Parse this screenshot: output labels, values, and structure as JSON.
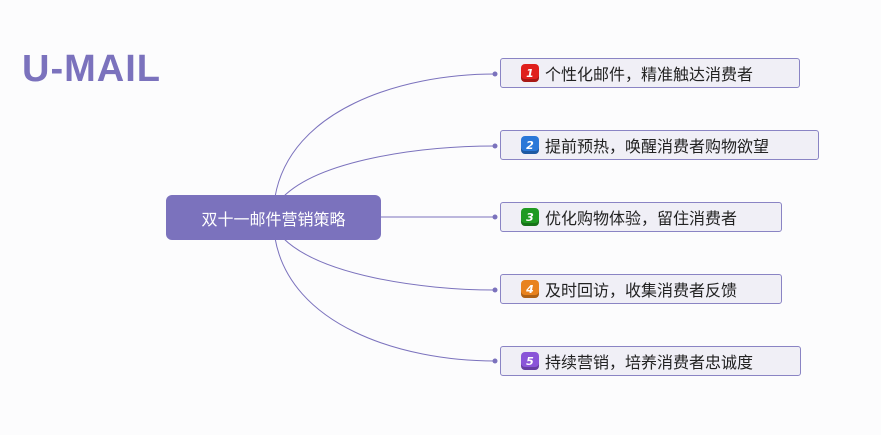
{
  "logo": "U-MAIL",
  "center": "双十一邮件营销策略",
  "branches": [
    {
      "num": "1",
      "label": "个性化邮件，精准触达消费者",
      "color": "#e0201c"
    },
    {
      "num": "2",
      "label": "提前预热，唤醒消费者购物欲望",
      "color": "#2a78d8"
    },
    {
      "num": "3",
      "label": "优化购物体验，留住消费者",
      "color": "#1f9a22"
    },
    {
      "num": "4",
      "label": "及时回访，收集消费者反馈",
      "color": "#e8821e"
    },
    {
      "num": "5",
      "label": "持续营销，培养消费者忠诚度",
      "color": "#8a55d8"
    }
  ]
}
